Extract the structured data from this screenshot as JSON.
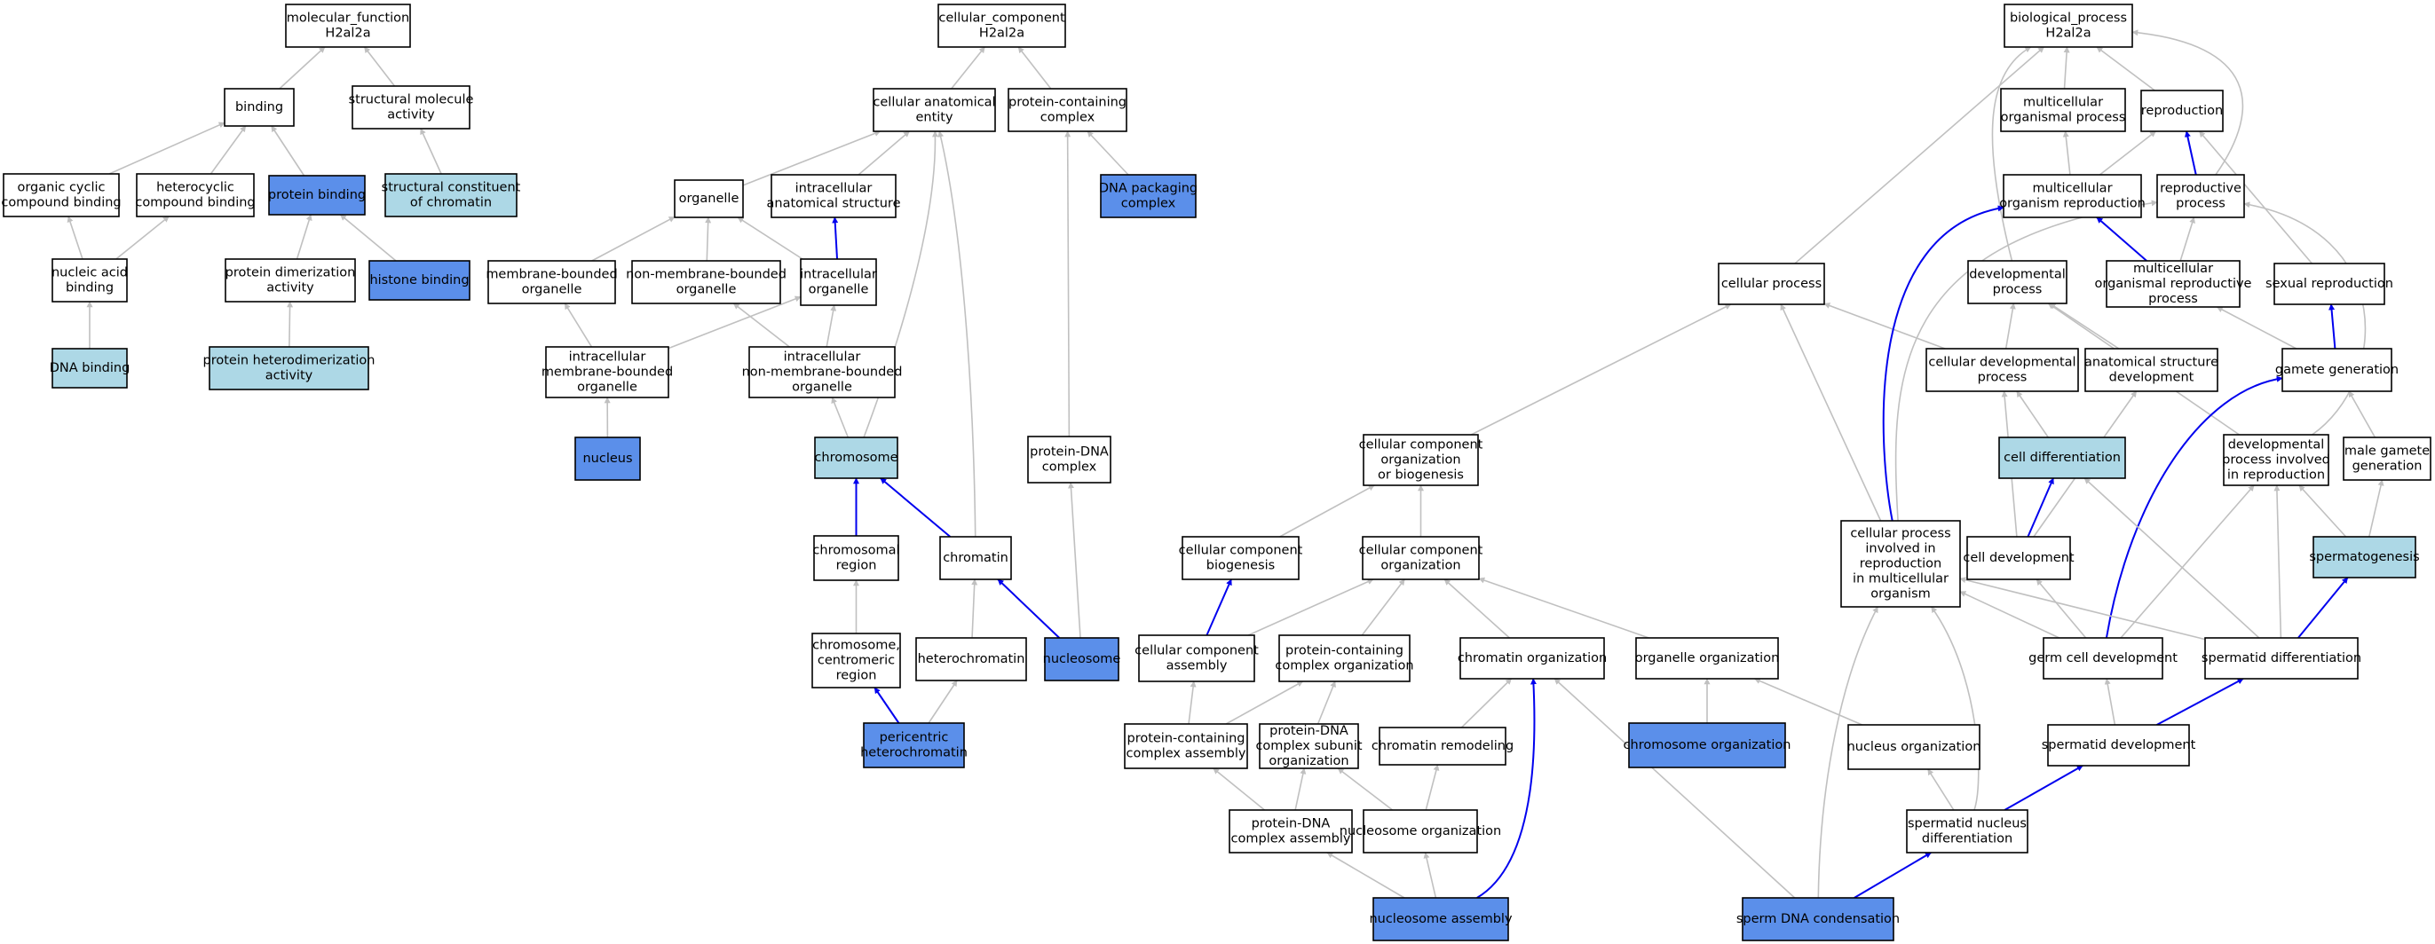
{
  "colors": {
    "plain": "#ffffff",
    "light": "#add8e6",
    "dark": "#5b8fea",
    "edge_grey": "#c0c0c0",
    "edge_blue": "#0000ee",
    "border": "#000000"
  },
  "nodes": [
    {
      "id": "mf",
      "lines": [
        "molecular_function",
        "H2al2a"
      ],
      "fill": "plain"
    },
    {
      "id": "binding",
      "lines": [
        "binding"
      ],
      "fill": "plain"
    },
    {
      "id": "struct_mol",
      "lines": [
        "structural molecule",
        "activity"
      ],
      "fill": "plain"
    },
    {
      "id": "organic_cyclic",
      "lines": [
        "organic cyclic",
        "compound binding"
      ],
      "fill": "plain"
    },
    {
      "id": "heterocyclic",
      "lines": [
        "heterocyclic",
        "compound binding"
      ],
      "fill": "plain"
    },
    {
      "id": "protein_binding",
      "lines": [
        "protein binding"
      ],
      "fill": "dark"
    },
    {
      "id": "struct_chromatin",
      "lines": [
        "structural constituent",
        "of chromatin"
      ],
      "fill": "light"
    },
    {
      "id": "nucleic_acid",
      "lines": [
        "nucleic acid",
        "binding"
      ],
      "fill": "plain"
    },
    {
      "id": "prot_dimer",
      "lines": [
        "protein dimerization",
        "activity"
      ],
      "fill": "plain"
    },
    {
      "id": "histone_binding",
      "lines": [
        "histone binding"
      ],
      "fill": "dark"
    },
    {
      "id": "dna_binding",
      "lines": [
        "DNA binding"
      ],
      "fill": "light"
    },
    {
      "id": "prot_hetero",
      "lines": [
        "protein heterodimerization",
        "activity"
      ],
      "fill": "light"
    },
    {
      "id": "cc",
      "lines": [
        "cellular_component",
        "H2al2a"
      ],
      "fill": "plain"
    },
    {
      "id": "cae",
      "lines": [
        "cellular anatomical",
        "entity"
      ],
      "fill": "plain"
    },
    {
      "id": "pcc",
      "lines": [
        "protein-containing",
        "complex"
      ],
      "fill": "plain"
    },
    {
      "id": "organelle",
      "lines": [
        "organelle"
      ],
      "fill": "plain"
    },
    {
      "id": "ias",
      "lines": [
        "intracellular",
        "anatomical structure"
      ],
      "fill": "plain"
    },
    {
      "id": "dna_pack",
      "lines": [
        "DNA packaging",
        "complex"
      ],
      "fill": "dark"
    },
    {
      "id": "mbo",
      "lines": [
        "membrane-bounded",
        "organelle"
      ],
      "fill": "plain"
    },
    {
      "id": "nmbo",
      "lines": [
        "non-membrane-bounded",
        "organelle"
      ],
      "fill": "plain"
    },
    {
      "id": "io",
      "lines": [
        "intracellular",
        "organelle"
      ],
      "fill": "plain"
    },
    {
      "id": "imbo",
      "lines": [
        "intracellular",
        "membrane-bounded",
        "organelle"
      ],
      "fill": "plain"
    },
    {
      "id": "inmbo",
      "lines": [
        "intracellular",
        "non-membrane-bounded",
        "organelle"
      ],
      "fill": "plain"
    },
    {
      "id": "nucleus",
      "lines": [
        "nucleus"
      ],
      "fill": "dark"
    },
    {
      "id": "chromosome",
      "lines": [
        "chromosome"
      ],
      "fill": "light"
    },
    {
      "id": "pdna_complex",
      "lines": [
        "protein-DNA",
        "complex"
      ],
      "fill": "plain"
    },
    {
      "id": "chrom_region",
      "lines": [
        "chromosomal",
        "region"
      ],
      "fill": "plain"
    },
    {
      "id": "chromatin",
      "lines": [
        "chromatin"
      ],
      "fill": "plain"
    },
    {
      "id": "centromeric",
      "lines": [
        "chromosome,",
        "centromeric",
        "region"
      ],
      "fill": "plain"
    },
    {
      "id": "heterochromatin",
      "lines": [
        "heterochromatin"
      ],
      "fill": "plain"
    },
    {
      "id": "nucleosome",
      "lines": [
        "nucleosome"
      ],
      "fill": "dark"
    },
    {
      "id": "pericentric",
      "lines": [
        "pericentric",
        "heterochromatin"
      ],
      "fill": "dark"
    },
    {
      "id": "bp",
      "lines": [
        "biological_process",
        "H2al2a"
      ],
      "fill": "plain"
    },
    {
      "id": "multi_org",
      "lines": [
        "multicellular",
        "organismal process"
      ],
      "fill": "plain"
    },
    {
      "id": "reproduction",
      "lines": [
        "reproduction"
      ],
      "fill": "plain"
    },
    {
      "id": "mor",
      "lines": [
        "multicellular",
        "organism reproduction"
      ],
      "fill": "plain"
    },
    {
      "id": "repro_proc",
      "lines": [
        "reproductive",
        "process"
      ],
      "fill": "plain"
    },
    {
      "id": "cell_proc",
      "lines": [
        "cellular process"
      ],
      "fill": "plain"
    },
    {
      "id": "dev_proc",
      "lines": [
        "developmental",
        "process"
      ],
      "fill": "plain"
    },
    {
      "id": "morp",
      "lines": [
        "multicellular",
        "organismal reproductive",
        "process"
      ],
      "fill": "plain"
    },
    {
      "id": "sex_repro",
      "lines": [
        "sexual reproduction"
      ],
      "fill": "plain"
    },
    {
      "id": "cell_dev_proc",
      "lines": [
        "cellular developmental",
        "process"
      ],
      "fill": "plain"
    },
    {
      "id": "anat_dev",
      "lines": [
        "anatomical structure",
        "development"
      ],
      "fill": "plain"
    },
    {
      "id": "gamete_gen",
      "lines": [
        "gamete generation"
      ],
      "fill": "plain"
    },
    {
      "id": "ccob",
      "lines": [
        "cellular component",
        "organization",
        "or biogenesis"
      ],
      "fill": "plain"
    },
    {
      "id": "cell_diff",
      "lines": [
        "cell differentiation"
      ],
      "fill": "light"
    },
    {
      "id": "dev_repro",
      "lines": [
        "developmental",
        "process involved",
        "in reproduction"
      ],
      "fill": "plain"
    },
    {
      "id": "male_gamete",
      "lines": [
        "male gamete",
        "generation"
      ],
      "fill": "plain"
    },
    {
      "id": "ccb",
      "lines": [
        "cellular component",
        "biogenesis"
      ],
      "fill": "plain"
    },
    {
      "id": "cco",
      "lines": [
        "cellular component",
        "organization"
      ],
      "fill": "plain"
    },
    {
      "id": "cp_repro",
      "lines": [
        "cellular process",
        "involved in",
        "reproduction",
        "in multicellular",
        "organism"
      ],
      "fill": "plain"
    },
    {
      "id": "cell_dev",
      "lines": [
        "cell development"
      ],
      "fill": "plain"
    },
    {
      "id": "spermatogenesis",
      "lines": [
        "spermatogenesis"
      ],
      "fill": "light"
    },
    {
      "id": "cca",
      "lines": [
        "cellular component",
        "assembly"
      ],
      "fill": "plain"
    },
    {
      "id": "pcco",
      "lines": [
        "protein-containing",
        "complex organization"
      ],
      "fill": "plain"
    },
    {
      "id": "chrom_org",
      "lines": [
        "chromatin organization"
      ],
      "fill": "plain"
    },
    {
      "id": "org_org",
      "lines": [
        "organelle organization"
      ],
      "fill": "plain"
    },
    {
      "id": "germ_dev",
      "lines": [
        "germ cell development"
      ],
      "fill": "plain"
    },
    {
      "id": "spermatid_diff",
      "lines": [
        "spermatid differentiation"
      ],
      "fill": "plain"
    },
    {
      "id": "pcca",
      "lines": [
        "protein-containing",
        "complex assembly"
      ],
      "fill": "plain"
    },
    {
      "id": "pdna_sub",
      "lines": [
        "protein-DNA",
        "complex subunit",
        "organization"
      ],
      "fill": "plain"
    },
    {
      "id": "chrom_remodel",
      "lines": [
        "chromatin remodeling"
      ],
      "fill": "plain"
    },
    {
      "id": "chromosome_org",
      "lines": [
        "chromosome organization"
      ],
      "fill": "dark"
    },
    {
      "id": "nucleus_org",
      "lines": [
        "nucleus organization"
      ],
      "fill": "plain"
    },
    {
      "id": "spermatid_dev",
      "lines": [
        "spermatid development"
      ],
      "fill": "plain"
    },
    {
      "id": "pdna_assembly",
      "lines": [
        "protein-DNA",
        "complex assembly"
      ],
      "fill": "plain"
    },
    {
      "id": "nucleosome_org",
      "lines": [
        "nucleosome organization"
      ],
      "fill": "plain"
    },
    {
      "id": "snd",
      "lines": [
        "spermatid nucleus",
        "differentiation"
      ],
      "fill": "plain"
    },
    {
      "id": "nucleosome_asm",
      "lines": [
        "nucleosome assembly"
      ],
      "fill": "dark"
    },
    {
      "id": "sperm_dna",
      "lines": [
        "sperm DNA condensation"
      ],
      "fill": "dark"
    }
  ],
  "edges": [
    {
      "from": "binding",
      "to": "mf",
      "color": "grey"
    },
    {
      "from": "struct_mol",
      "to": "mf",
      "color": "grey"
    },
    {
      "from": "organic_cyclic",
      "to": "binding",
      "color": "grey"
    },
    {
      "from": "heterocyclic",
      "to": "binding",
      "color": "grey"
    },
    {
      "from": "protein_binding",
      "to": "binding",
      "color": "grey"
    },
    {
      "from": "struct_chromatin",
      "to": "struct_mol",
      "color": "grey"
    },
    {
      "from": "nucleic_acid",
      "to": "organic_cyclic",
      "color": "grey"
    },
    {
      "from": "nucleic_acid",
      "to": "heterocyclic",
      "color": "grey"
    },
    {
      "from": "prot_dimer",
      "to": "protein_binding",
      "color": "grey"
    },
    {
      "from": "histone_binding",
      "to": "protein_binding",
      "color": "grey"
    },
    {
      "from": "dna_binding",
      "to": "nucleic_acid",
      "color": "grey"
    },
    {
      "from": "prot_hetero",
      "to": "prot_dimer",
      "color": "grey"
    },
    {
      "from": "cae",
      "to": "cc",
      "color": "grey"
    },
    {
      "from": "pcc",
      "to": "cc",
      "color": "grey"
    },
    {
      "from": "organelle",
      "to": "cae",
      "color": "grey"
    },
    {
      "from": "ias",
      "to": "cae",
      "color": "grey"
    },
    {
      "from": "dna_pack",
      "to": "pcc",
      "color": "grey"
    },
    {
      "from": "mbo",
      "to": "organelle",
      "color": "grey"
    },
    {
      "from": "nmbo",
      "to": "organelle",
      "color": "grey"
    },
    {
      "from": "io",
      "to": "organelle",
      "color": "grey"
    },
    {
      "from": "io",
      "to": "ias",
      "color": "blue"
    },
    {
      "from": "imbo",
      "to": "mbo",
      "color": "grey"
    },
    {
      "from": "imbo",
      "to": "io",
      "color": "grey"
    },
    {
      "from": "inmbo",
      "to": "nmbo",
      "color": "grey"
    },
    {
      "from": "inmbo",
      "to": "io",
      "color": "grey"
    },
    {
      "from": "nucleus",
      "to": "imbo",
      "color": "grey"
    },
    {
      "from": "chromosome",
      "to": "inmbo",
      "color": "grey"
    },
    {
      "from": "chromosome",
      "to": "cae",
      "color": "grey",
      "via": [
        [
          1045,
          300
        ],
        [
          1055,
          200
        ]
      ]
    },
    {
      "from": "pdna_complex",
      "to": "pcc",
      "color": "grey"
    },
    {
      "from": "chrom_region",
      "to": "chromosome",
      "color": "blue"
    },
    {
      "from": "chromatin",
      "to": "chromosome",
      "color": "blue"
    },
    {
      "from": "chromatin",
      "to": "cae",
      "color": "grey",
      "via": [
        [
          1097,
          450
        ],
        [
          1085,
          260
        ]
      ]
    },
    {
      "from": "centromeric",
      "to": "chrom_region",
      "color": "grey"
    },
    {
      "from": "heterochromatin",
      "to": "chromatin",
      "color": "grey"
    },
    {
      "from": "nucleosome",
      "to": "chromatin",
      "color": "blue"
    },
    {
      "from": "nucleosome",
      "to": "pdna_complex",
      "color": "grey"
    },
    {
      "from": "pericentric",
      "to": "centromeric",
      "color": "blue"
    },
    {
      "from": "pericentric",
      "to": "heterochromatin",
      "color": "grey"
    },
    {
      "from": "multi_org",
      "to": "bp",
      "color": "grey"
    },
    {
      "from": "reproduction",
      "to": "bp",
      "color": "grey"
    },
    {
      "from": "mor",
      "to": "multi_org",
      "color": "grey"
    },
    {
      "from": "mor",
      "to": "reproduction",
      "color": "grey"
    },
    {
      "from": "repro_proc",
      "to": "reproduction",
      "color": "blue"
    },
    {
      "from": "repro_proc",
      "to": "bp",
      "color": "grey",
      "via": [
        [
          2550,
          120
        ],
        [
          2540,
          50
        ]
      ]
    },
    {
      "from": "cell_proc",
      "to": "bp",
      "color": "grey"
    },
    {
      "from": "dev_proc",
      "to": "bp",
      "color": "grey",
      "via": [
        [
          2230,
          150
        ],
        [
          2240,
          80
        ]
      ]
    },
    {
      "from": "morp",
      "to": "mor",
      "color": "blue"
    },
    {
      "from": "morp",
      "to": "repro_proc",
      "color": "grey"
    },
    {
      "from": "sex_repro",
      "to": "reproduction",
      "color": "grey"
    },
    {
      "from": "cell_dev_proc",
      "to": "cell_proc",
      "color": "grey"
    },
    {
      "from": "cell_dev_proc",
      "to": "dev_proc",
      "color": "grey"
    },
    {
      "from": "anat_dev",
      "to": "dev_proc",
      "color": "grey"
    },
    {
      "from": "gamete_gen",
      "to": "sex_repro",
      "color": "blue"
    },
    {
      "from": "gamete_gen",
      "to": "morp",
      "color": "grey"
    },
    {
      "from": "ccob",
      "to": "cell_proc",
      "color": "grey"
    },
    {
      "from": "cell_diff",
      "to": "cell_dev_proc",
      "color": "grey"
    },
    {
      "from": "dev_repro",
      "to": "dev_proc",
      "color": "grey"
    },
    {
      "from": "dev_repro",
      "to": "repro_proc",
      "color": "grey",
      "via": [
        [
          2690,
          430
        ],
        [
          2700,
          260
        ]
      ]
    },
    {
      "from": "male_gamete",
      "to": "gamete_gen",
      "color": "grey"
    },
    {
      "from": "ccb",
      "to": "ccob",
      "color": "grey"
    },
    {
      "from": "cco",
      "to": "ccob",
      "color": "grey"
    },
    {
      "from": "cp_repro",
      "to": "mor",
      "color": "blue",
      "via": [
        [
          2115,
          500
        ],
        [
          2100,
          260
        ]
      ]
    },
    {
      "from": "cp_repro",
      "to": "cell_proc",
      "color": "grey"
    },
    {
      "from": "cp_repro",
      "to": "repro_proc",
      "color": "grey",
      "via": [
        [
          2128,
          420
        ],
        [
          2135,
          270
        ]
      ]
    },
    {
      "from": "cell_dev",
      "to": "cell_diff",
      "color": "blue"
    },
    {
      "from": "cell_dev",
      "to": "cell_dev_proc",
      "color": "grey"
    },
    {
      "from": "cell_dev",
      "to": "anat_dev",
      "color": "grey"
    },
    {
      "from": "spermatogenesis",
      "to": "male_gamete",
      "color": "grey"
    },
    {
      "from": "spermatogenesis",
      "to": "dev_repro",
      "color": "grey"
    },
    {
      "from": "cca",
      "to": "ccb",
      "color": "blue"
    },
    {
      "from": "cca",
      "to": "cco",
      "color": "grey"
    },
    {
      "from": "pcco",
      "to": "cco",
      "color": "grey"
    },
    {
      "from": "chrom_org",
      "to": "cco",
      "color": "grey"
    },
    {
      "from": "org_org",
      "to": "cco",
      "color": "grey"
    },
    {
      "from": "germ_dev",
      "to": "gamete_gen",
      "color": "blue",
      "via": [
        [
          2400,
          560
        ],
        [
          2480,
          440
        ]
      ]
    },
    {
      "from": "germ_dev",
      "to": "cell_dev",
      "color": "grey"
    },
    {
      "from": "germ_dev",
      "to": "cp_repro",
      "color": "grey"
    },
    {
      "from": "germ_dev",
      "to": "dev_repro",
      "color": "grey"
    },
    {
      "from": "spermatid_diff",
      "to": "spermatogenesis",
      "color": "blue"
    },
    {
      "from": "spermatid_diff",
      "to": "cell_diff",
      "color": "grey"
    },
    {
      "from": "spermatid_diff",
      "to": "cp_repro",
      "color": "grey"
    },
    {
      "from": "spermatid_diff",
      "to": "dev_repro",
      "color": "grey"
    },
    {
      "from": "pcca",
      "to": "cca",
      "color": "grey"
    },
    {
      "from": "pcca",
      "to": "pcco",
      "color": "grey"
    },
    {
      "from": "pdna_sub",
      "to": "pcco",
      "color": "grey"
    },
    {
      "from": "chrom_remodel",
      "to": "chrom_org",
      "color": "grey"
    },
    {
      "from": "chromosome_org",
      "to": "org_org",
      "color": "grey"
    },
    {
      "from": "nucleus_org",
      "to": "org_org",
      "color": "grey"
    },
    {
      "from": "spermatid_dev",
      "to": "spermatid_diff",
      "color": "blue"
    },
    {
      "from": "spermatid_dev",
      "to": "germ_dev",
      "color": "grey"
    },
    {
      "from": "pdna_assembly",
      "to": "pcca",
      "color": "grey"
    },
    {
      "from": "pdna_assembly",
      "to": "pdna_sub",
      "color": "grey"
    },
    {
      "from": "nucleosome_org",
      "to": "pdna_sub",
      "color": "grey"
    },
    {
      "from": "nucleosome_org",
      "to": "chrom_remodel",
      "color": "grey"
    },
    {
      "from": "snd",
      "to": "spermatid_dev",
      "color": "blue"
    },
    {
      "from": "snd",
      "to": "nucleus_org",
      "color": "grey"
    },
    {
      "from": "snd",
      "to": "cp_repro",
      "color": "grey",
      "via": [
        [
          2235,
          880
        ],
        [
          2230,
          760
        ]
      ]
    },
    {
      "from": "nucleosome_asm",
      "to": "pdna_assembly",
      "color": "grey"
    },
    {
      "from": "nucleosome_asm",
      "to": "nucleosome_org",
      "color": "grey"
    },
    {
      "from": "nucleosome_asm",
      "to": "chrom_org",
      "color": "blue",
      "via": [
        [
          1735,
          970
        ],
        [
          1730,
          820
        ]
      ]
    },
    {
      "from": "sperm_dna",
      "to": "chrom_org",
      "color": "grey"
    },
    {
      "from": "sperm_dna",
      "to": "snd",
      "color": "blue"
    },
    {
      "from": "sperm_dna",
      "to": "cp_repro",
      "color": "grey",
      "via": [
        [
          2050,
          880
        ],
        [
          2075,
          760
        ]
      ]
    }
  ]
}
